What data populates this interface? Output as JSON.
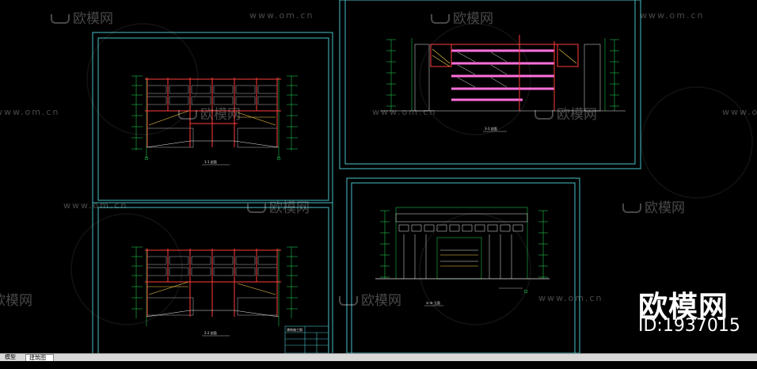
{
  "watermarks": {
    "url_text": "www.om.cn",
    "logo_text": "欧模网",
    "brand_large": "欧模网",
    "brand_id": "ID:1937015"
  },
  "drawings": {
    "section_title_1": "1-1 剖面",
    "section_title_2": "2-2 剖面",
    "section_title_3": "3-3 剖面",
    "elevation_title": "①-⑩ 立面",
    "title_block_name": "建筑施工图"
  },
  "tabs": {
    "model": "模型",
    "layout": "建筑图纸"
  },
  "colors": {
    "background": "#000000",
    "frame": "#49c1c7",
    "line_green": "#22e35a",
    "line_red": "#ff3b3b",
    "line_magenta": "#ff6fdc",
    "line_yellow": "#ffd24a",
    "line_white": "#e6e6e6"
  }
}
